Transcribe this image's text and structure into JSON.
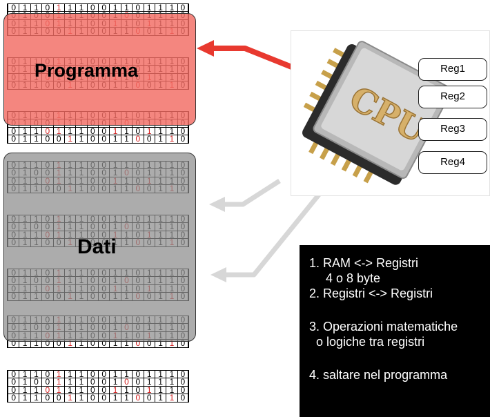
{
  "labels": {
    "program": "Programma",
    "data": "Dati"
  },
  "registers": [
    "Reg1",
    "Reg2",
    "Reg3",
    "Reg4"
  ],
  "cpu_chip_text": "CPU",
  "operations": [
    [
      "1. RAM <-> Registri",
      "4 o 8 byte"
    ],
    [
      "2. Registri <-> Registri"
    ],
    [
      "3. Operazioni matematiche",
      "o logiche tra registri"
    ],
    [
      "4. saltare nel programma"
    ]
  ],
  "memory_rows": [
    "0110111001101110",
    "0100111001001110",
    "0110111001101110",
    "0110011001100110"
  ],
  "colors": {
    "program_overlay": "#f26b63",
    "data_overlay": "#9a9a9a",
    "red_bit": "#d21e1e",
    "arrow_red": "#e8392f",
    "arrow_gray": "#d7d7d7"
  }
}
